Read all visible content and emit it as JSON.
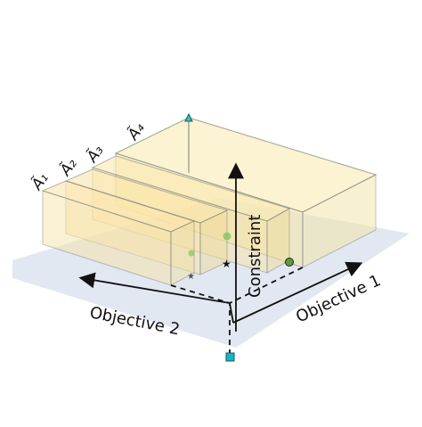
{
  "boxes": [
    {
      "label": "Ã₁"
    },
    {
      "label": "Ã₂"
    },
    {
      "label": "Ã₃"
    },
    {
      "label": "Ã₄"
    }
  ],
  "axes": {
    "objective1": "Objective 1",
    "objective2": "Objective 2",
    "constraint": "Constraint"
  },
  "colors": {
    "plane": "#dfe6ef",
    "box_fill": "#f6e7a6",
    "box_edge": "#8a8a7a",
    "axis": "#111111",
    "marker_bottom": "#19b3c9",
    "marker_top": "#3cc3b6",
    "green_points": "#8ec46a"
  },
  "markers": [
    {
      "name": "bottom-square",
      "shape": "square"
    },
    {
      "name": "top-triangle",
      "shape": "triangle"
    },
    {
      "name": "star-1",
      "shape": "star"
    },
    {
      "name": "star-2",
      "shape": "star"
    },
    {
      "name": "green-point-1",
      "shape": "circle"
    },
    {
      "name": "green-point-2",
      "shape": "circle"
    },
    {
      "name": "green-point-3",
      "shape": "circle"
    }
  ]
}
